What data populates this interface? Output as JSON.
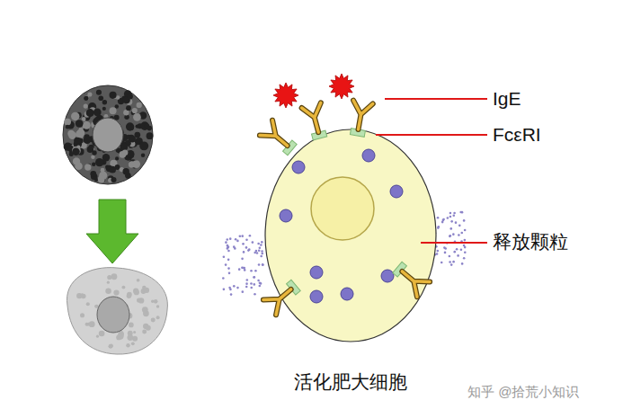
{
  "diagram": {
    "caption": "活化肥大细胞",
    "labels": [
      "IgE",
      "FcεRI",
      "释放颗粒",
      "知乎 @拾荒小知识"
    ]
  }
}
